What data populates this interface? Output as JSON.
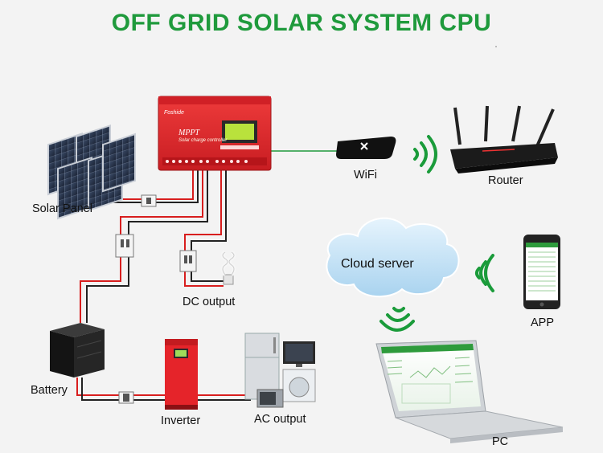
{
  "title": "OFF GRID SOLAR SYSTEM CPU",
  "labels": {
    "solar_panel": "Solar Panel",
    "dc_output": "DC output",
    "battery": "Battery",
    "inverter": "Inverter",
    "ac_output": "AC output",
    "wifi": "WiFi",
    "router": "Router",
    "cloud_server": "Cloud server",
    "app": "APP",
    "pc": "PC"
  },
  "controller": {
    "brand": "Foshide",
    "model": "MPPT",
    "subtitle": "Solar charge controller"
  },
  "colors": {
    "title": "#1f9a3c",
    "wifi_waves": "#1a9b3a",
    "controller_red": "#e0262b",
    "wire_red": "#d81e1e",
    "wire_black": "#222222",
    "cloud": "#bfe0f5"
  }
}
